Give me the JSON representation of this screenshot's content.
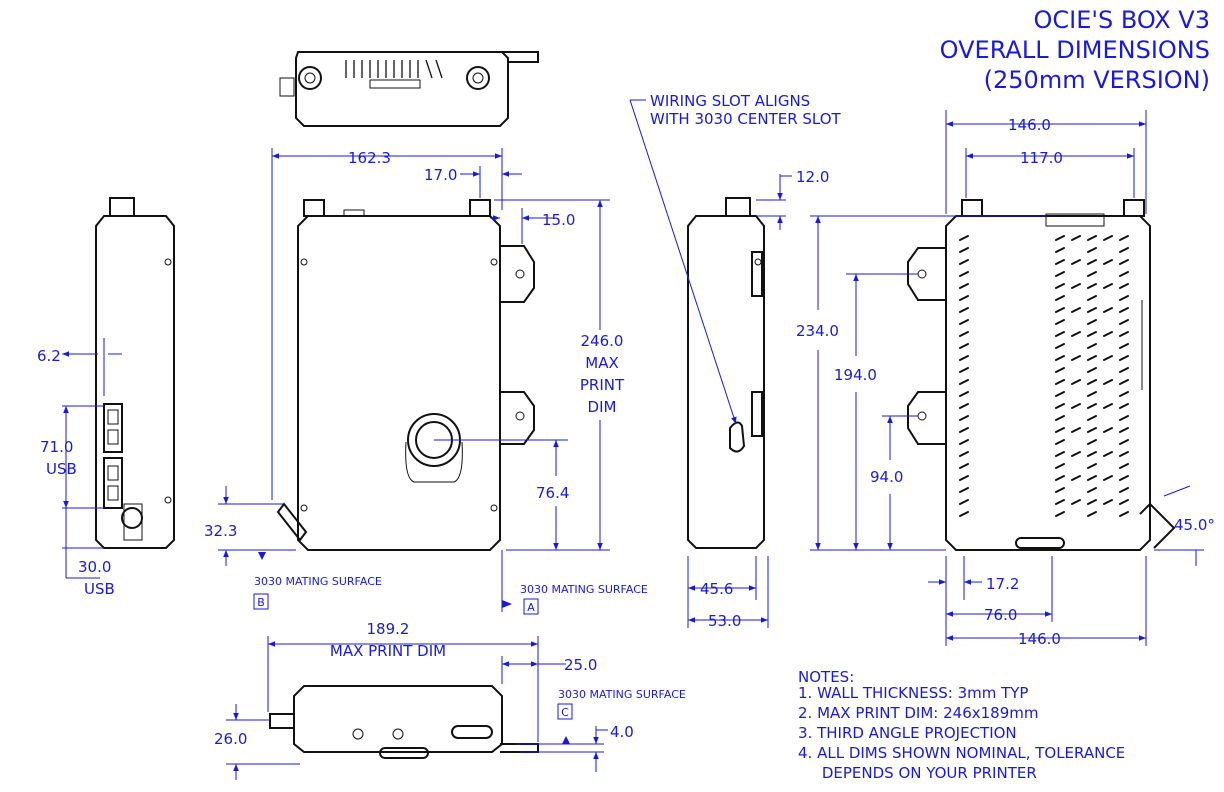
{
  "title": {
    "line1": "OCIE'S BOX V3",
    "line2": "OVERALL DIMENSIONS",
    "line3": "(250mm VERSION)"
  },
  "callout": {
    "line1": "WIRING SLOT ALIGNS",
    "line2": "WITH 3030 CENTER SLOT"
  },
  "datums": {
    "b_label": "3030 MATING SURFACE",
    "b_letter": "B",
    "a_label": "3030 MATING SURFACE",
    "a_letter": "A",
    "c_label": "3030 MATING SURFACE",
    "c_letter": "C"
  },
  "left_view": {
    "dim_6_2": "6.2",
    "dim_71_0": "71.0",
    "usb_1": "USB",
    "dim_30_0": "30.0",
    "usb_2": "USB"
  },
  "front_view": {
    "dim_162_3": "162.3",
    "dim_17_0": "17.0",
    "dim_15_0": "15.0",
    "dim_246_line1": "246.0",
    "dim_246_line2": "MAX",
    "dim_246_line3": "PRINT",
    "dim_246_line4": "DIM",
    "dim_76_4": "76.4",
    "dim_32_3": "32.3"
  },
  "side_view": {
    "dim_12_0": "12.0",
    "dim_45_6": "45.6",
    "dim_53_0": "53.0"
  },
  "right_view": {
    "dim_146_top": "146.0",
    "dim_117_0": "117.0",
    "dim_234_0": "234.0",
    "dim_194_0": "194.0",
    "dim_94_0": "94.0",
    "dim_45_deg": "45.0°",
    "dim_17_2": "17.2",
    "dim_76_0": "76.0",
    "dim_146_bottom": "146.0"
  },
  "bottom_view": {
    "dim_189_line1": "189.2",
    "dim_189_line2": "MAX PRINT DIM",
    "dim_25_0": "25.0",
    "dim_26_0": "26.0",
    "dim_4_0": "4.0"
  },
  "notes": {
    "heading": "NOTES:",
    "items": [
      "1.  WALL THICKNESS: 3mm TYP",
      "2.  MAX PRINT DIM: 246x189mm",
      "3.  THIRD ANGLE PROJECTION",
      "4.  ALL DIMS SHOWN NOMINAL, TOLERANCE",
      "     DEPENDS ON YOUR PRINTER"
    ]
  }
}
